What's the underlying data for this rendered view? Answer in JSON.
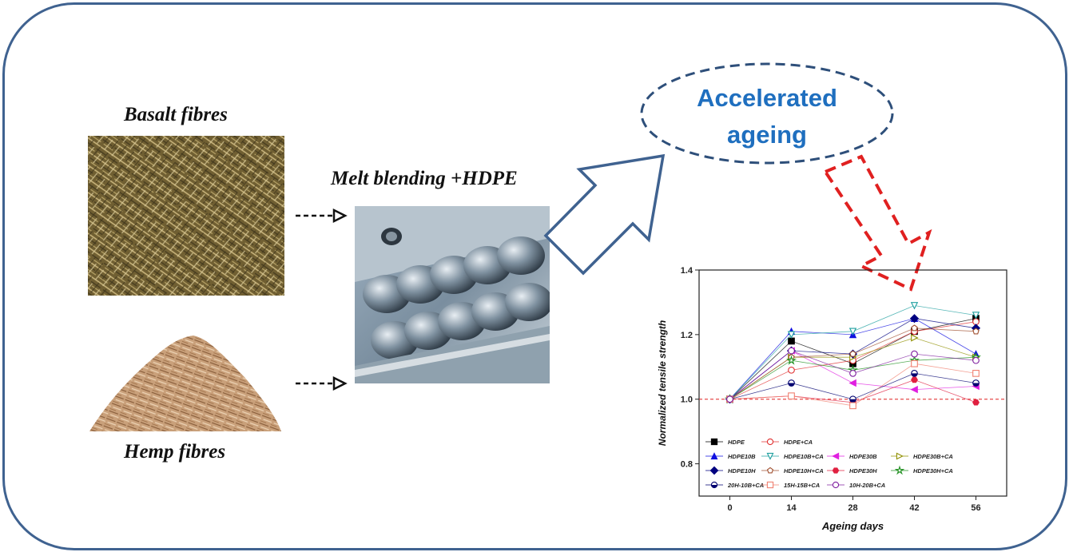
{
  "labels": {
    "basalt": "Basalt fibres",
    "hemp": "Hemp fibres",
    "melt": "Melt blending +HDPE",
    "accelerated_line1": "Accelerated",
    "accelerated_line2": "ageing"
  },
  "colors": {
    "frame": "#3f6290",
    "ellipse": "#2e4f7a",
    "accent_text": "#1f6fbf",
    "red_arrow": "#e02020",
    "big_arrow": "#3f6290"
  },
  "chart_data": {
    "type": "line",
    "xlabel": "Ageing days",
    "ylabel": "Normalized tensile strength",
    "x": [
      0,
      14,
      28,
      42,
      56
    ],
    "x_ticks": [
      "0",
      "14",
      "28",
      "42",
      "56"
    ],
    "y_ticks": [
      "0.8",
      "1.0",
      "1.2",
      "1.4"
    ],
    "ylim": [
      0.7,
      1.4
    ],
    "xlim": [
      -7,
      63
    ],
    "reference_line": 1.0,
    "legend_position": "bottom-left inside plot",
    "series": [
      {
        "name": "HDPE",
        "marker": "square",
        "filled": true,
        "color": "#000000",
        "values": [
          1.0,
          1.18,
          1.11,
          1.21,
          1.25
        ]
      },
      {
        "name": "HDPE+CA",
        "marker": "circle",
        "filled": false,
        "color": "#e03030",
        "values": [
          1.0,
          1.09,
          1.12,
          1.21,
          1.24
        ]
      },
      {
        "name": "HDPE10B",
        "marker": "triangle-up",
        "filled": true,
        "color": "#1010e0",
        "values": [
          1.0,
          1.21,
          1.2,
          1.25,
          1.14
        ]
      },
      {
        "name": "HDPE10B+CA",
        "marker": "triangle-down",
        "filled": false,
        "color": "#20a0a0",
        "values": [
          1.0,
          1.2,
          1.21,
          1.29,
          1.26
        ]
      },
      {
        "name": "HDPE30B",
        "marker": "triangle-left",
        "filled": true,
        "color": "#e020e0",
        "values": [
          1.0,
          1.15,
          1.05,
          1.03,
          1.04
        ]
      },
      {
        "name": "HDPE30B+CA",
        "marker": "triangle-right",
        "filled": false,
        "color": "#909000",
        "values": [
          1.0,
          1.13,
          1.13,
          1.19,
          1.13
        ]
      },
      {
        "name": "HDPE10H",
        "marker": "diamond",
        "filled": true,
        "color": "#000080",
        "values": [
          1.0,
          1.15,
          1.14,
          1.25,
          1.22
        ]
      },
      {
        "name": "HDPE10H+CA",
        "marker": "pentagon",
        "filled": false,
        "color": "#a05030",
        "values": [
          1.0,
          1.13,
          1.14,
          1.22,
          1.21
        ]
      },
      {
        "name": "HDPE30H",
        "marker": "hexagon",
        "filled": true,
        "color": "#e02040",
        "values": [
          1.0,
          1.01,
          0.99,
          1.06,
          0.99
        ]
      },
      {
        "name": "HDPE30H+CA",
        "marker": "star",
        "filled": false,
        "color": "#209020",
        "values": [
          1.0,
          1.12,
          1.09,
          1.12,
          1.13
        ]
      },
      {
        "name": "20H-10B+CA",
        "marker": "half-circle",
        "filled": true,
        "color": "#000070",
        "values": [
          1.0,
          1.05,
          1.0,
          1.08,
          1.05
        ]
      },
      {
        "name": "15H-15B+CA",
        "marker": "square",
        "filled": false,
        "color": "#f08070",
        "values": [
          1.0,
          1.01,
          0.98,
          1.11,
          1.08
        ]
      },
      {
        "name": "10H-20B+CA",
        "marker": "circle",
        "filled": false,
        "color": "#8020a0",
        "values": [
          1.0,
          1.15,
          1.08,
          1.14,
          1.12
        ]
      }
    ]
  }
}
